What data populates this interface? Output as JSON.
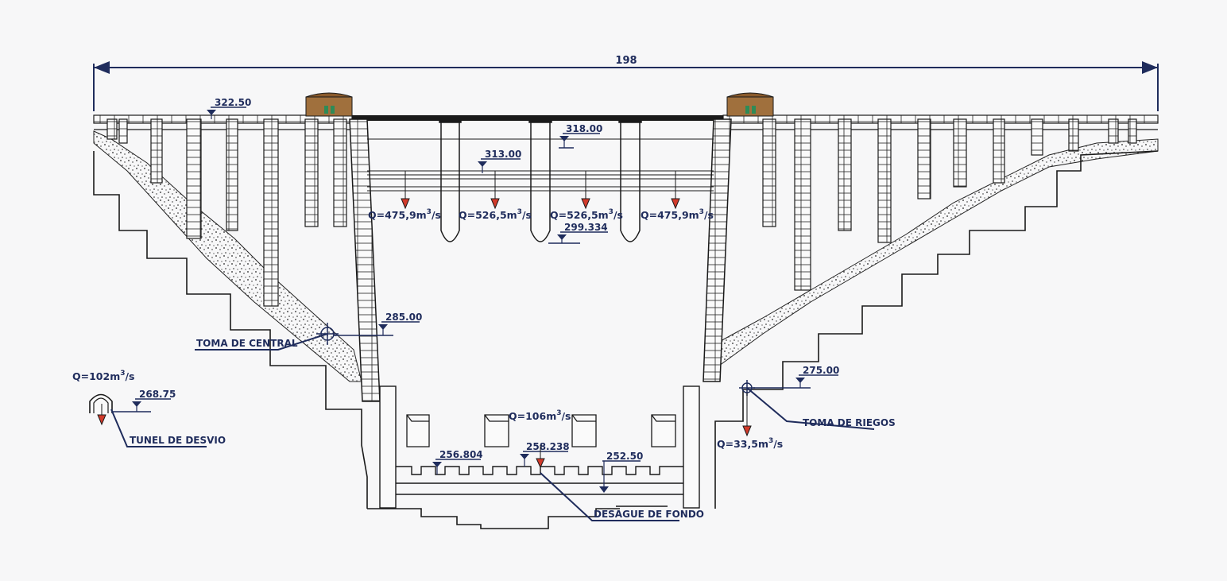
{
  "overall_width": "198",
  "elevations": {
    "crest": "322.50",
    "spillway_top": "318.00",
    "spillway_level": "313.00",
    "spillway_bottom": "299.334",
    "power_intake": "285.00",
    "irrigation_intake": "275.00",
    "diversion": "268.75",
    "bottom_left": "256.804",
    "bottom_center": "258.238",
    "foundation": "252.50"
  },
  "spillway_flows": [
    {
      "base": "Q=475,9m",
      "sup": "3",
      "tail": "/s"
    },
    {
      "base": "Q=526,5m",
      "sup": "3",
      "tail": "/s"
    },
    {
      "base": "Q=526,5m",
      "sup": "3",
      "tail": "/s"
    },
    {
      "base": "Q=475,9m",
      "sup": "3",
      "tail": "/s"
    }
  ],
  "flows": {
    "bottom_outlet": {
      "base": "Q=106m",
      "sup": "3",
      "tail": "/s"
    },
    "diversion": {
      "base": "Q=102m",
      "sup": "3",
      "tail": "/s"
    },
    "irrigation": {
      "base": "Q=33,5m",
      "sup": "3",
      "tail": "/s"
    }
  },
  "labels": {
    "power_intake": "TOMA DE CENTRAL",
    "irrigation_intake": "TOMA DE RIEGOS",
    "diversion_tunnel": "TUNEL DE DESVIO",
    "bottom_outlet": "DESAGUE DE FONDO"
  },
  "colors": {
    "ink": "#1a1a1a",
    "annotation": "#1f2c5c",
    "flow_arrow": "#d23a2a",
    "house_roof": "#8a5a2b",
    "house_window": "#2e8b57",
    "background": "#f7f7f8"
  }
}
